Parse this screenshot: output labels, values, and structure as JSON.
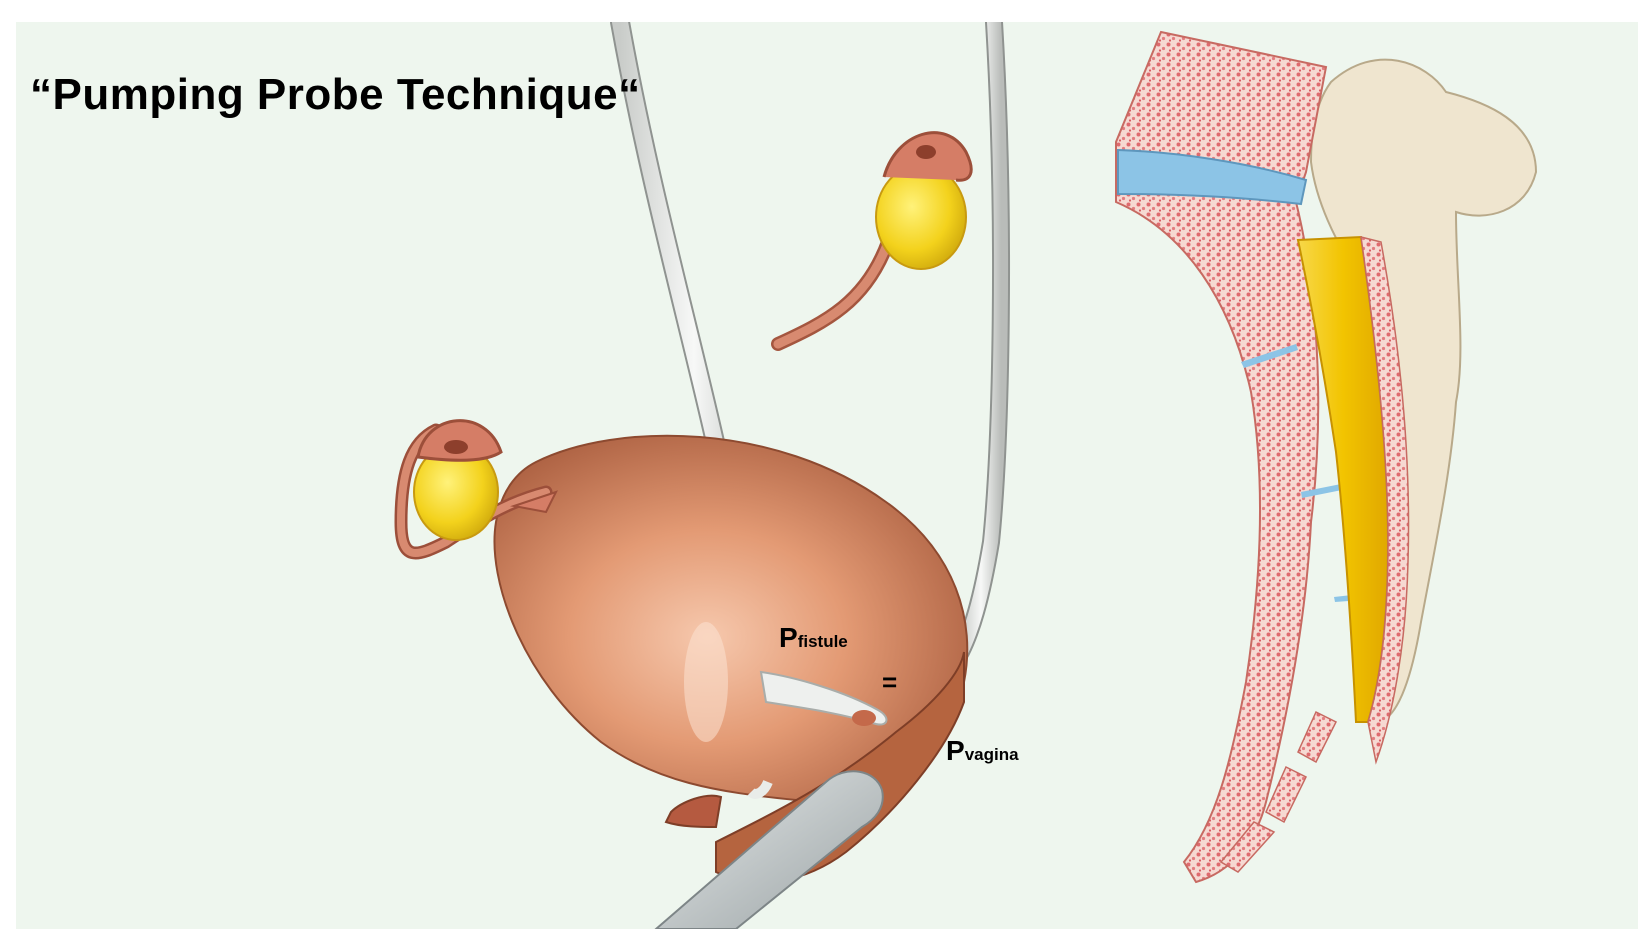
{
  "title": "“Pumping Probe Technique“",
  "labels": {
    "fistule": {
      "main": "P",
      "sub": "fistule"
    },
    "equals": "=",
    "vagina": {
      "main": "P",
      "sub": "vagina"
    }
  },
  "colors": {
    "background": "#eef6ee",
    "bladder": "#c97a55",
    "bladder_light": "#f2b494",
    "tube": "#e9ece9",
    "kidney": "#f3d21c",
    "ureter": "#c8735c",
    "bone_red": "#e8868a",
    "disc_blue": "#8cc4e6",
    "spinal_cord": "#f2c400",
    "vertebra": "#efe5cf"
  }
}
